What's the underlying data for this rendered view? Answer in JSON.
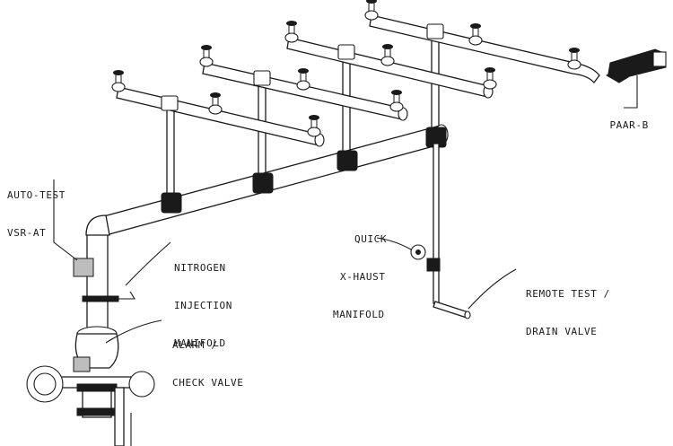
{
  "labels": {
    "paar": "PAAR-B",
    "auto_test_1": "AUTO-TEST",
    "auto_test_2": "VSR-AT",
    "quick_1": "QUICK",
    "quick_2": "X-HAUST",
    "quick_3": "MANIFOLD",
    "nitrogen_1": "NITROGEN",
    "nitrogen_2": "INJECTION",
    "nitrogen_3": "MANIFOLD",
    "remote_1": "REMOTE TEST /",
    "remote_2": "DRAIN VALVE",
    "alarm_1": "ALARM /",
    "alarm_2": "CHECK VALVE"
  },
  "icons": [
    "sprinkler-head-icon",
    "valve-handwheel-icon",
    "gauge-icon",
    "nitrogen-generator-icon"
  ]
}
